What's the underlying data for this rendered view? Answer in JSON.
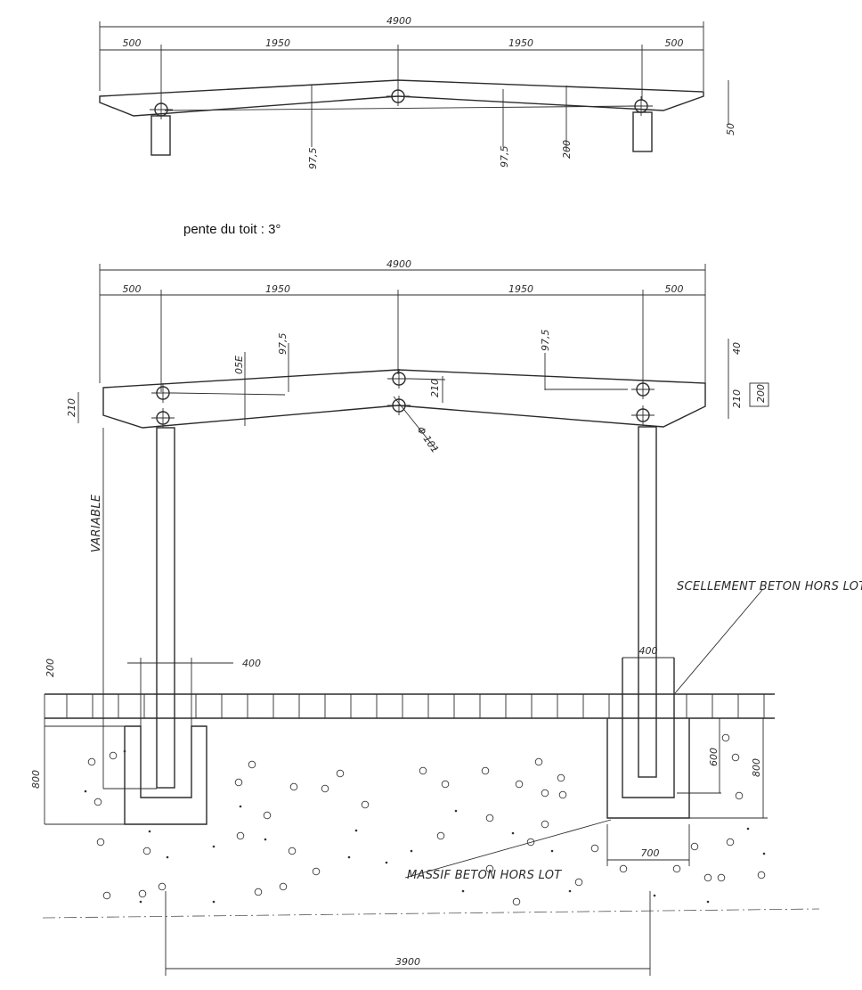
{
  "top_view": {
    "dim_total": "4900",
    "dim_left": "500",
    "dim_mid_left": "1950",
    "dim_mid_right": "1950",
    "dim_right": "500",
    "dim_rise_left": "97,5",
    "dim_rise_right": "97,5",
    "dim_depth": "200",
    "dim_end": "50"
  },
  "roof_slope": "pente du toit : 3°",
  "elevation": {
    "dim_total": "4900",
    "dim_left": "500",
    "dim_mid_left": "1950",
    "dim_mid_right": "1950",
    "dim_right": "500",
    "dim_350": "05E",
    "dim_rise_left": "97,5",
    "dim_rise_right": "97,5",
    "dim_top_right": "40",
    "dim_210_left": "210",
    "dim_210_center": "210",
    "dim_210_right": "210",
    "dim_200_right": "200",
    "dim_diameter": "Φ 101",
    "dim_variable": "VARIABLE",
    "dim_200_ground": "200",
    "dim_400_left": "400",
    "dim_400_right": "400",
    "dim_600": "600",
    "dim_800_left": "800",
    "dim_800_right": "800",
    "dim_700": "700",
    "dim_3900": "3900"
  },
  "labels": {
    "sealing": "SCELLEMENT BETON HORS LOT",
    "foundation": "MASSIF BETON HORS LOT"
  }
}
